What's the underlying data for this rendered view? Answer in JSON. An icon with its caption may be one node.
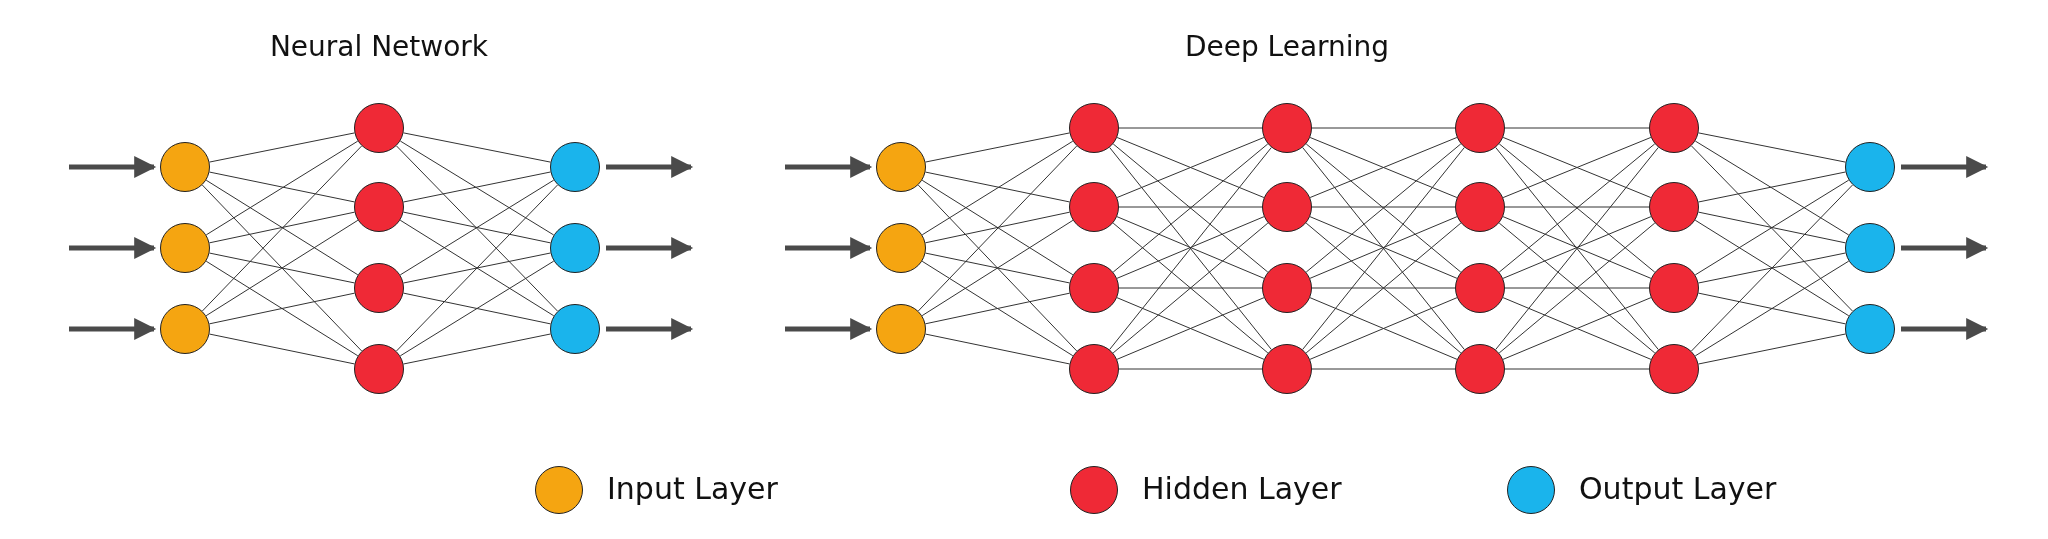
{
  "diagram": {
    "nodes": [
      {
        "text": [],
        "shape": "circle"
      },
      {
        "text": [],
        "shape": "circle"
      },
      {
        "text": [],
        "shape": "circle"
      },
      {
        "text": [],
        "shape": "circle"
      },
      {
        "text": [],
        "shape": "circle"
      },
      {
        "text": [],
        "shape": "circle"
      },
      {
        "text": [],
        "shape": "circle"
      },
      {
        "text": [],
        "shape": "circle"
      },
      {
        "text": [],
        "shape": "circle"
      },
      {
        "text": [],
        "shape": "circle"
      },
      {
        "text": [],
        "shape": "circle"
      },
      {
        "text": [],
        "shape": "circle"
      },
      {
        "text": [],
        "shape": "circle"
      },
      {
        "text": [],
        "shape": "circle"
      },
      {
        "text": [],
        "shape": "circle"
      },
      {
        "text": [],
        "shape": "circle"
      },
      {
        "text": [],
        "shape": "circle"
      },
      {
        "text": [],
        "shape": "circle"
      },
      {
        "text": [],
        "shape": "circle"
      },
      {
        "text": [],
        "shape": "circle"
      },
      {
        "text": [],
        "shape": "circle"
      },
      {
        "text": [],
        "shape": "circle"
      },
      {
        "text": [],
        "shape": "circle"
      },
      {
        "text": [],
        "shape": "circle"
      },
      {
        "text": [],
        "shape": "circle"
      },
      {
        "text": [],
        "shape": "circle"
      },
      {
        "text": [],
        "shape": "circle"
      },
      {
        "text": [],
        "shape": "circle"
      },
      {
        "text": [],
        "shape": "circle"
      },
      {
        "text": [],
        "shape": "circle"
      },
      {
        "text": [],
        "shape": "circle"
      },
      {
        "text": [],
        "shape": "circle"
      }
    ],
    "edges": [
      {
        "from": null,
        "to": 0,
        "arrow": "to",
        "style": "thick"
      },
      {
        "from": null,
        "to": 1,
        "arrow": "to",
        "style": "thick"
      },
      {
        "from": null,
        "to": 2,
        "arrow": "to",
        "style": "thick"
      },
      {
        "from": 0,
        "to": 3,
        "arrow": "none"
      },
      {
        "from": 0,
        "to": 4,
        "arrow": "none"
      },
      {
        "from": 0,
        "to": 5,
        "arrow": "none"
      },
      {
        "from": 0,
        "to": 6,
        "arrow": "none"
      },
      {
        "from": 1,
        "to": 3,
        "arrow": "none"
      },
      {
        "from": 1,
        "to": 4,
        "arrow": "none"
      },
      {
        "from": 1,
        "to": 5,
        "arrow": "none"
      },
      {
        "from": 1,
        "to": 6,
        "arrow": "none"
      },
      {
        "from": 2,
        "to": 3,
        "arrow": "none"
      },
      {
        "from": 2,
        "to": 4,
        "arrow": "none"
      },
      {
        "from": 2,
        "to": 5,
        "arrow": "none"
      },
      {
        "from": 2,
        "to": 6,
        "arrow": "none"
      },
      {
        "from": 3,
        "to": 7,
        "arrow": "none"
      },
      {
        "from": 3,
        "to": 8,
        "arrow": "none"
      },
      {
        "from": 3,
        "to": 9,
        "arrow": "none"
      },
      {
        "from": 4,
        "to": 7,
        "arrow": "none"
      },
      {
        "from": 4,
        "to": 8,
        "arrow": "none"
      },
      {
        "from": 4,
        "to": 9,
        "arrow": "none"
      },
      {
        "from": 5,
        "to": 7,
        "arrow": "none"
      },
      {
        "from": 5,
        "to": 8,
        "arrow": "none"
      },
      {
        "from": 5,
        "to": 9,
        "arrow": "none"
      },
      {
        "from": 6,
        "to": 7,
        "arrow": "none"
      },
      {
        "from": 6,
        "to": 8,
        "arrow": "none"
      },
      {
        "from": 6,
        "to": 9,
        "arrow": "none"
      },
      {
        "from": 7,
        "to": null,
        "arrow": "to",
        "style": "thick"
      },
      {
        "from": 8,
        "to": null,
        "arrow": "to",
        "style": "thick"
      },
      {
        "from": 9,
        "to": null,
        "arrow": "to",
        "style": "thick"
      },
      {
        "from": null,
        "to": 10,
        "arrow": "to",
        "style": "thick"
      },
      {
        "from": null,
        "to": 11,
        "arrow": "to",
        "style": "thick"
      },
      {
        "from": null,
        "to": 12,
        "arrow": "to",
        "style": "thick"
      },
      {
        "from": 10,
        "to": 13,
        "arrow": "none"
      },
      {
        "from": 10,
        "to": 14,
        "arrow": "none"
      },
      {
        "from": 10,
        "to": 15,
        "arrow": "none"
      },
      {
        "from": 10,
        "to": 16,
        "arrow": "none"
      },
      {
        "from": 11,
        "to": 13,
        "arrow": "none"
      },
      {
        "from": 11,
        "to": 14,
        "arrow": "none"
      },
      {
        "from": 11,
        "to": 15,
        "arrow": "none"
      },
      {
        "from": 11,
        "to": 16,
        "arrow": "none"
      },
      {
        "from": 12,
        "to": 13,
        "arrow": "none"
      },
      {
        "from": 12,
        "to": 14,
        "arrow": "none"
      },
      {
        "from": 12,
        "to": 15,
        "arrow": "none"
      },
      {
        "from": 12,
        "to": 16,
        "arrow": "none"
      },
      {
        "from": 13,
        "to": 17,
        "arrow": "none"
      },
      {
        "from": 13,
        "to": 18,
        "arrow": "none"
      },
      {
        "from": 13,
        "to": 19,
        "arrow": "none"
      },
      {
        "from": 13,
        "to": 20,
        "arrow": "none"
      },
      {
        "from": 14,
        "to": 17,
        "arrow": "none"
      },
      {
        "from": 14,
        "to": 18,
        "arrow": "none"
      },
      {
        "from": 14,
        "to": 19,
        "arrow": "none"
      },
      {
        "from": 14,
        "to": 20,
        "arrow": "none"
      },
      {
        "from": 15,
        "to": 17,
        "arrow": "none"
      },
      {
        "from": 15,
        "to": 18,
        "arrow": "none"
      },
      {
        "from": 15,
        "to": 19,
        "arrow": "none"
      },
      {
        "from": 15,
        "to": 20,
        "arrow": "none"
      },
      {
        "from": 16,
        "to": 17,
        "arrow": "none"
      },
      {
        "from": 16,
        "to": 18,
        "arrow": "none"
      },
      {
        "from": 16,
        "to": 19,
        "arrow": "none"
      },
      {
        "from": 16,
        "to": 20,
        "arrow": "none"
      },
      {
        "from": 17,
        "to": 21,
        "arrow": "none"
      },
      {
        "from": 17,
        "to": 22,
        "arrow": "none"
      },
      {
        "from": 17,
        "to": 23,
        "arrow": "none"
      },
      {
        "from": 17,
        "to": 24,
        "arrow": "none"
      },
      {
        "from": 18,
        "to": 21,
        "arrow": "none"
      },
      {
        "from": 18,
        "to": 22,
        "arrow": "none"
      },
      {
        "from": 18,
        "to": 23,
        "arrow": "none"
      },
      {
        "from": 18,
        "to": 24,
        "arrow": "none"
      },
      {
        "from": 19,
        "to": 21,
        "arrow": "none"
      },
      {
        "from": 19,
        "to": 22,
        "arrow": "none"
      },
      {
        "from": 19,
        "to": 23,
        "arrow": "none"
      },
      {
        "from": 19,
        "to": 24,
        "arrow": "none"
      },
      {
        "from": 20,
        "to": 21,
        "arrow": "none"
      },
      {
        "from": 20,
        "to": 22,
        "arrow": "none"
      },
      {
        "from": 20,
        "to": 23,
        "arrow": "none"
      },
      {
        "from": 20,
        "to": 24,
        "arrow": "none"
      },
      {
        "from": 21,
        "to": 25,
        "arrow": "none"
      },
      {
        "from": 21,
        "to": 26,
        "arrow": "none"
      },
      {
        "from": 21,
        "to": 27,
        "arrow": "none"
      },
      {
        "from": 21,
        "to": 28,
        "arrow": "none"
      },
      {
        "from": 22,
        "to": 25,
        "arrow": "none"
      },
      {
        "from": 22,
        "to": 26,
        "arrow": "none"
      },
      {
        "from": 22,
        "to": 27,
        "arrow": "none"
      },
      {
        "from": 22,
        "to": 28,
        "arrow": "none"
      },
      {
        "from": 23,
        "to": 25,
        "arrow": "none"
      },
      {
        "from": 23,
        "to": 26,
        "arrow": "none"
      },
      {
        "from": 23,
        "to": 27,
        "arrow": "none"
      },
      {
        "from": 23,
        "to": 28,
        "arrow": "none"
      },
      {
        "from": 24,
        "to": 25,
        "arrow": "none"
      },
      {
        "from": 24,
        "to": 26,
        "arrow": "none"
      },
      {
        "from": 24,
        "to": 27,
        "arrow": "none"
      },
      {
        "from": 24,
        "to": 28,
        "arrow": "none"
      },
      {
        "from": 25,
        "to": 29,
        "arrow": "none"
      },
      {
        "from": 25,
        "to": 30,
        "arrow": "none"
      },
      {
        "from": 25,
        "to": 31,
        "arrow": "none"
      },
      {
        "from": 26,
        "to": 29,
        "arrow": "none"
      },
      {
        "from": 26,
        "to": 30,
        "arrow": "none"
      },
      {
        "from": 26,
        "to": 31,
        "arrow": "none"
      },
      {
        "from": 27,
        "to": 29,
        "arrow": "none"
      },
      {
        "from": 27,
        "to": 30,
        "arrow": "none"
      },
      {
        "from": 27,
        "to": 31,
        "arrow": "none"
      },
      {
        "from": 28,
        "to": 29,
        "arrow": "none"
      },
      {
        "from": 28,
        "to": 30,
        "arrow": "none"
      },
      {
        "from": 28,
        "to": 31,
        "arrow": "none"
      },
      {
        "from": 29,
        "to": null,
        "arrow": "to",
        "style": "thick"
      },
      {
        "from": 30,
        "to": null,
        "arrow": "to",
        "style": "thick"
      },
      {
        "from": 31,
        "to": null,
        "arrow": "to",
        "style": "thick"
      }
    ],
    "labels": [
      "Neural Network",
      "Deep Learning"
    ],
    "legend": [
      {
        "text": "Input Layer",
        "color": "#f5a511"
      },
      {
        "text": "Hidden Layer",
        "color": "#ef2936"
      },
      {
        "text": "Output Layer",
        "color": "#1ab4ec"
      }
    ]
  }
}
